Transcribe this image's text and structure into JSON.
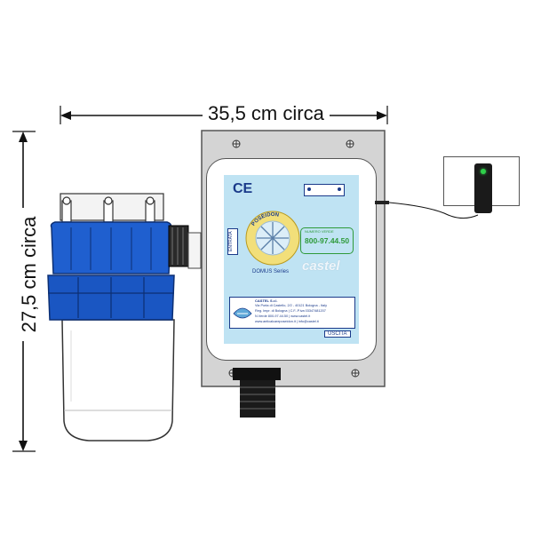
{
  "dimensions": {
    "width_label": "35,5 cm circa",
    "height_label": "27,5 cm circa"
  },
  "panel": {
    "ce_mark": "CE",
    "entrata_label": "ENTRATA",
    "uscita_label": "USCITA",
    "logo_ring_text": "POSEIDON",
    "series_label": "DOMUS Series",
    "phone_caption": "NUMERO VERDE",
    "phone_number": "800-97.44.50",
    "brand_logo": "castel",
    "company": {
      "name": "CASTEL S.r.l.",
      "address": "Via Porta di Castello, 2/2 - 40121 Bologna - Italy",
      "registry": "Reg. Impr. di Bologna | C.F.-P.iva 03347481207",
      "contact": "N.Verde 800-97.44.50 | www.castel.it",
      "web": "www.anticalcareposeidon.it | info@castel.it"
    }
  },
  "colors": {
    "panel_bg": "#bfe3f3",
    "housing_blue": "#1f5fcf",
    "phone_green": "#2f9a3a",
    "led_green": "#2fd04a"
  }
}
